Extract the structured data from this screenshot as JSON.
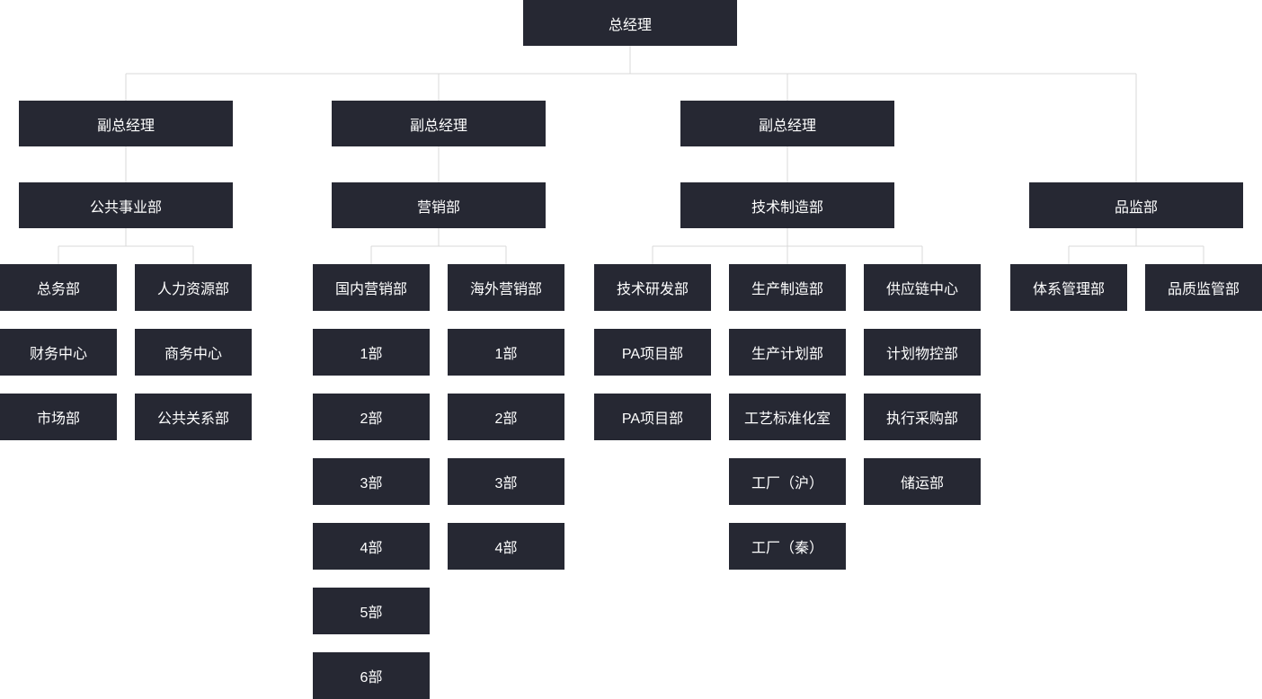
{
  "org": {
    "root": "总经理",
    "vp": [
      "副总经理",
      "副总经理",
      "副总经理"
    ],
    "divisions": {
      "public": {
        "name": "公共事业部",
        "col1": [
          "总务部",
          "财务中心",
          "市场部"
        ],
        "col2": [
          "人力资源部",
          "商务中心",
          "公共关系部"
        ]
      },
      "marketing": {
        "name": "营销部",
        "col1": [
          "国内营销部",
          "1部",
          "2部",
          "3部",
          "4部",
          "5部",
          "6部"
        ],
        "col2": [
          "海外营销部",
          "1部",
          "2部",
          "3部",
          "4部"
        ]
      },
      "tech": {
        "name": "技术制造部",
        "col1": [
          "技术研发部",
          "PA项目部",
          "PA项目部"
        ],
        "col2": [
          "生产制造部",
          "生产计划部",
          "工艺标准化室",
          "工厂（沪）",
          "工厂（秦）"
        ],
        "col3": [
          "供应链中心",
          "计划物控部",
          "执行采购部",
          "储运部"
        ]
      },
      "quality": {
        "name": "品监部",
        "col1": [
          "体系管理部"
        ],
        "col2": [
          "品质监管部"
        ]
      }
    }
  }
}
